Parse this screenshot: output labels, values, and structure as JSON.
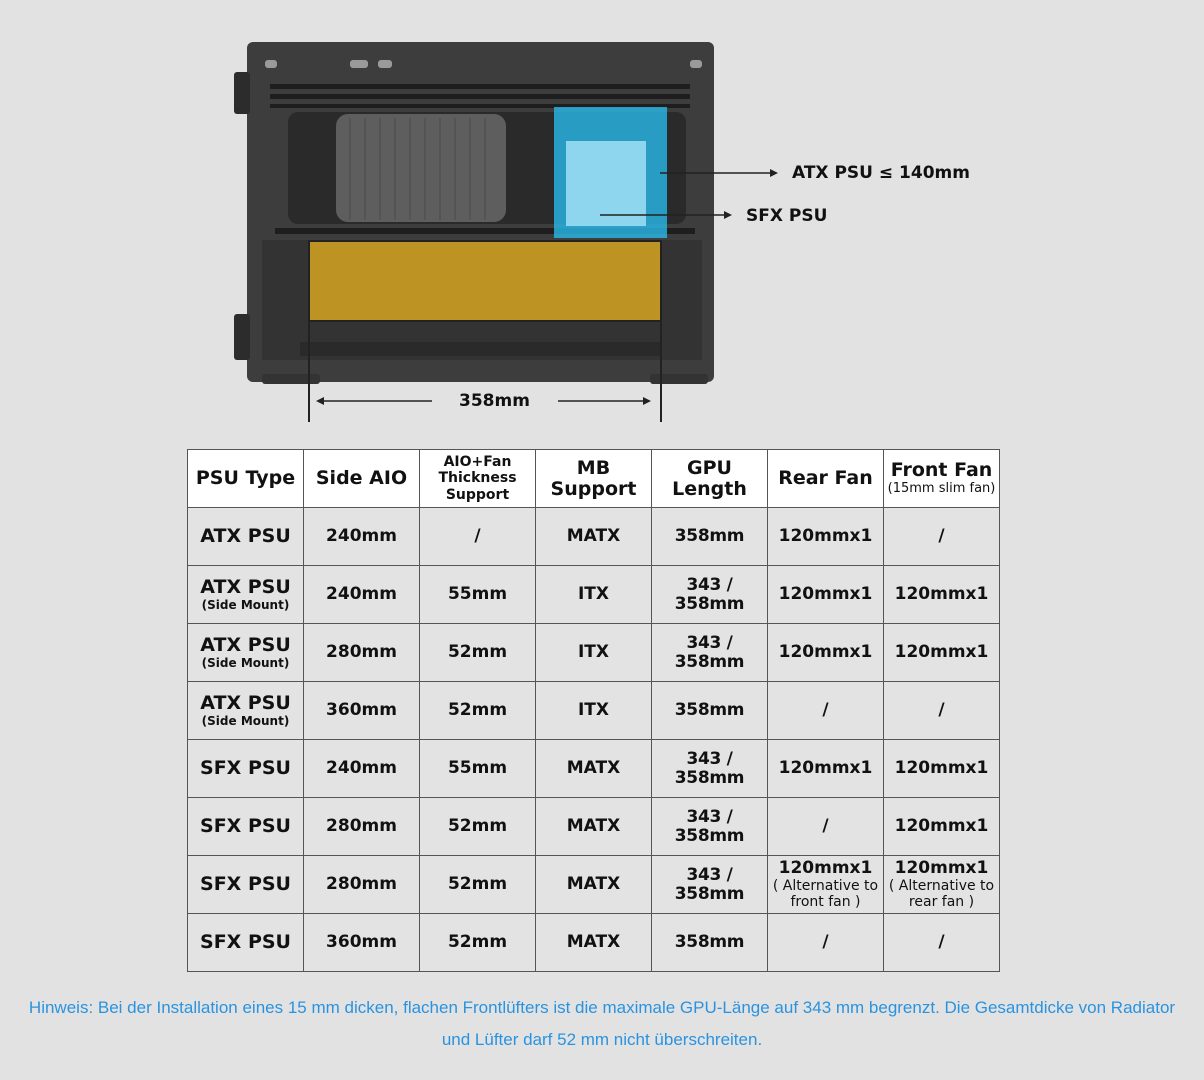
{
  "diagram": {
    "label_atx": "ATX PSU ≤ 140mm",
    "label_sfx": "SFX PSU",
    "label_width": "358mm",
    "colors": {
      "case": "#3a3a3a",
      "psu_zone": "#29b6e6",
      "gpu_zone": "#d6a521"
    }
  },
  "table": {
    "headers": [
      {
        "main": "PSU Type",
        "sub": ""
      },
      {
        "main": "Side AIO",
        "sub": ""
      },
      {
        "main": "AIO+Fan Thickness Support",
        "sub": ""
      },
      {
        "main": "MB Support",
        "sub": ""
      },
      {
        "main": "GPU Length",
        "sub": ""
      },
      {
        "main": "Rear Fan",
        "sub": ""
      },
      {
        "main": "Front Fan",
        "sub": "(15mm slim fan)"
      }
    ],
    "rows": [
      {
        "psu": "ATX PSU",
        "psu_sub": "",
        "aio": "240mm",
        "thick": "/",
        "mb": "MATX",
        "gpu": "358mm",
        "rear": "120mmx1",
        "rear_note": "",
        "front": "/",
        "front_note": ""
      },
      {
        "psu": "ATX PSU",
        "psu_sub": "(Side Mount)",
        "aio": "240mm",
        "thick": "55mm",
        "mb": "ITX",
        "gpu": "343 / 358mm",
        "rear": "120mmx1",
        "rear_note": "",
        "front": "120mmx1",
        "front_note": ""
      },
      {
        "psu": "ATX PSU",
        "psu_sub": "(Side Mount)",
        "aio": "280mm",
        "thick": "52mm",
        "mb": "ITX",
        "gpu": "343 / 358mm",
        "rear": "120mmx1",
        "rear_note": "",
        "front": "120mmx1",
        "front_note": ""
      },
      {
        "psu": "ATX PSU",
        "psu_sub": "(Side Mount)",
        "aio": "360mm",
        "thick": "52mm",
        "mb": "ITX",
        "gpu": "358mm",
        "rear": "/",
        "rear_note": "",
        "front": "/",
        "front_note": ""
      },
      {
        "psu": "SFX PSU",
        "psu_sub": "",
        "aio": "240mm",
        "thick": "55mm",
        "mb": "MATX",
        "gpu": "343 / 358mm",
        "rear": "120mmx1",
        "rear_note": "",
        "front": "120mmx1",
        "front_note": ""
      },
      {
        "psu": "SFX PSU",
        "psu_sub": "",
        "aio": "280mm",
        "thick": "52mm",
        "mb": "MATX",
        "gpu": "343 / 358mm",
        "rear": "/",
        "rear_note": "",
        "front": "120mmx1",
        "front_note": ""
      },
      {
        "psu": "SFX PSU",
        "psu_sub": "",
        "aio": "280mm",
        "thick": "52mm",
        "mb": "MATX",
        "gpu": "343 / 358mm",
        "rear": "120mmx1",
        "rear_note": "( Alternative to front fan )",
        "front": "120mmx1",
        "front_note": "( Alternative to rear fan )"
      },
      {
        "psu": "SFX PSU",
        "psu_sub": "",
        "aio": "360mm",
        "thick": "52mm",
        "mb": "MATX",
        "gpu": "358mm",
        "rear": "/",
        "rear_note": "",
        "front": "/",
        "front_note": ""
      }
    ]
  },
  "note": "Hinweis: Bei der Installation eines 15 mm dicken, flachen Frontlüfters ist die maximale GPU-Länge auf 343 mm begrenzt. Die Gesamtdicke von Radiator und Lüfter darf 52 mm nicht überschreiten."
}
